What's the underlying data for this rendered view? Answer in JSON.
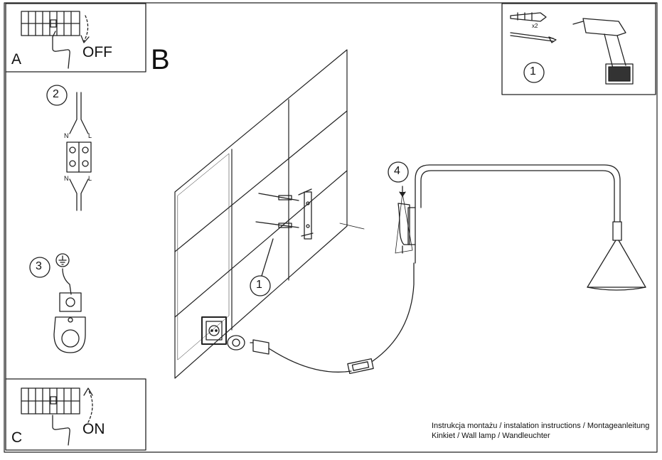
{
  "panels": {
    "a": {
      "letter": "A",
      "state": "OFF"
    },
    "c": {
      "letter": "C",
      "state": "ON"
    }
  },
  "main": {
    "letter": "B"
  },
  "steps": {
    "s1_tools": "1",
    "s2_wiring": "2",
    "s3_ground": "3",
    "s1_wall": "1",
    "s4_lamp": "4"
  },
  "wiring": {
    "neutral": "N",
    "live": "L"
  },
  "tools": {
    "anchor_count": "x2"
  },
  "caption": {
    "line1": "Instrukcja montażu / instalation instructions / Montageanleitung",
    "line2": "Kinkiet / Wall lamp / Wandleuchter"
  },
  "colors": {
    "line": "#222222",
    "background": "#ffffff"
  }
}
